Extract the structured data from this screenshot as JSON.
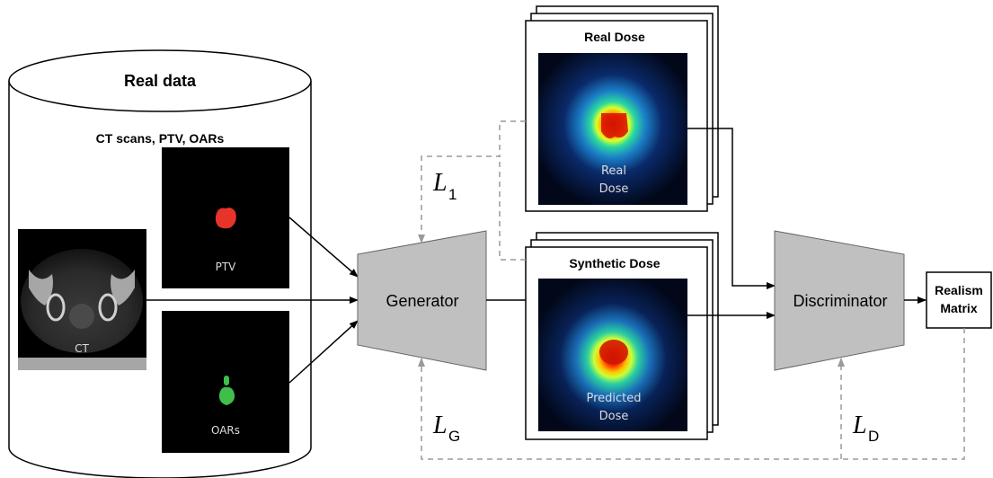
{
  "database": {
    "title": "Real data",
    "subtitle": "CT scans, PTV, OARs"
  },
  "inputs": {
    "ct_label": "CT",
    "ptv_label": "PTV",
    "oars_label": "OARs"
  },
  "generator": {
    "label": "Generator"
  },
  "discriminator": {
    "label": "Discriminator"
  },
  "real_dose": {
    "title": "Real Dose",
    "image_line1": "Real",
    "image_line2": "Dose"
  },
  "synthetic_dose": {
    "title": "Synthetic Dose",
    "image_line1": "Predicted",
    "image_line2": "Dose"
  },
  "output": {
    "line1": "Realism",
    "line2": "Matrix"
  },
  "losses": {
    "l1_symbol": "L",
    "l1_sub": "1",
    "lg_symbol": "L",
    "lg_sub": "G",
    "ld_symbol": "L",
    "ld_sub": "D"
  },
  "colors": {
    "ptv": "#e8332a",
    "oars": "#3fbf4a",
    "block_fill": "#c0c0c0",
    "dashed_line": "#9a9a9a"
  }
}
